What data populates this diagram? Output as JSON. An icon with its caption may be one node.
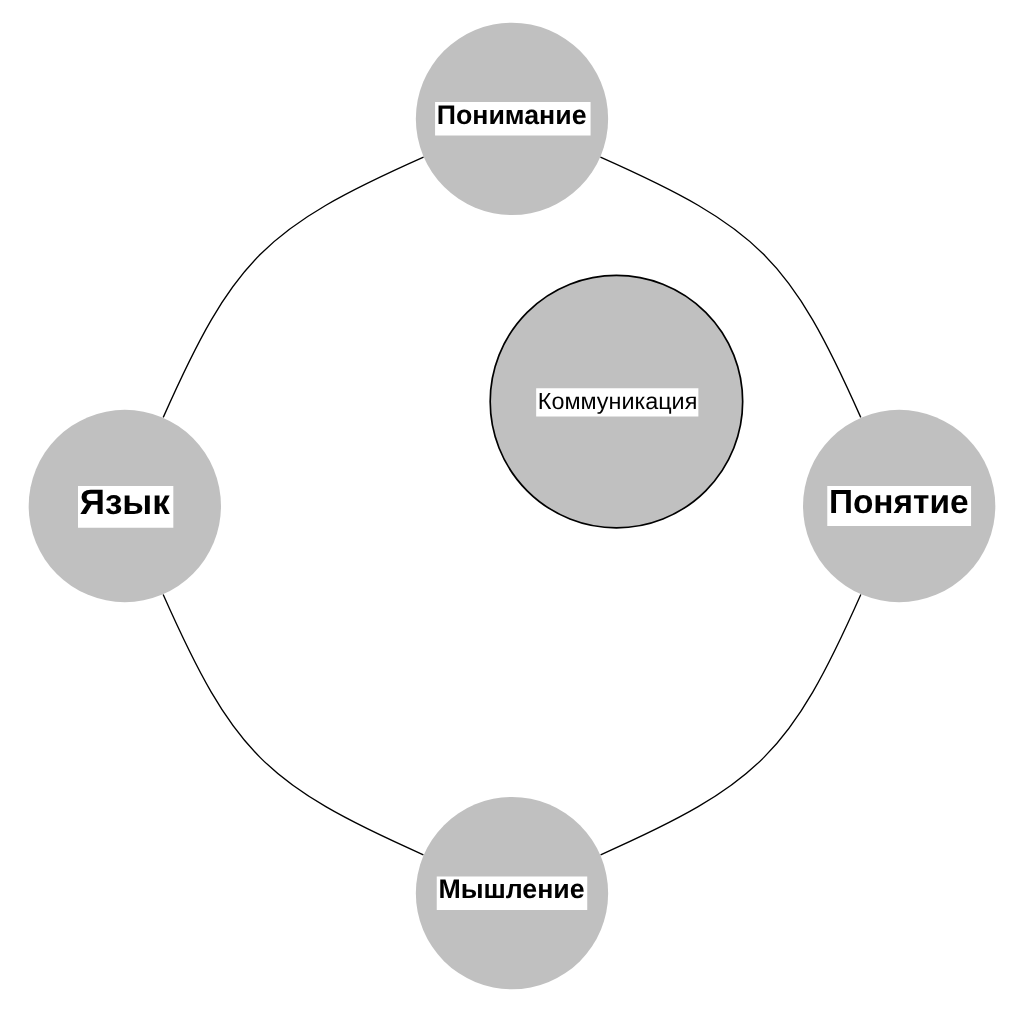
{
  "diagram": {
    "nodes": [
      {
        "text": [
          "Понимание"
        ]
      },
      {
        "text": [
          "Язык"
        ]
      },
      {
        "text": [
          "Коммуникация"
        ]
      },
      {
        "text": [
          "Понятие"
        ]
      },
      {
        "text": [
          "Мышление"
        ]
      }
    ],
    "edges": [
      {
        "from": 0,
        "to": 3,
        "arrow": "none"
      },
      {
        "from": 3,
        "to": 4,
        "arrow": "none"
      },
      {
        "from": 1,
        "to": 4,
        "arrow": "none"
      },
      {
        "from": 0,
        "to": 1,
        "arrow": "none"
      }
    ]
  }
}
